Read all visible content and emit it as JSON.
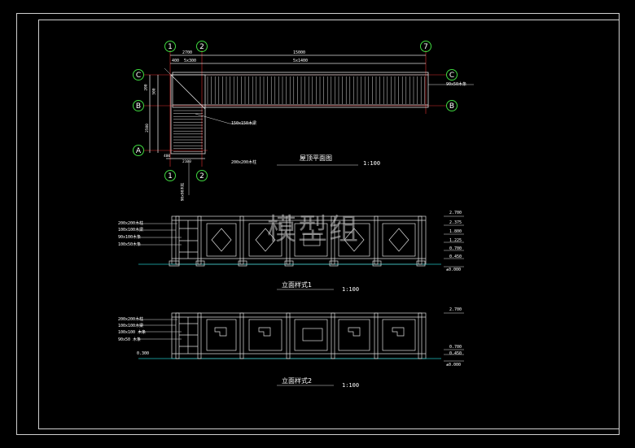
{
  "plan": {
    "title": "屋顶平面图",
    "scale": "1:100",
    "grid_top": [
      "1",
      "2",
      "7"
    ],
    "grid_bottom": [
      "1",
      "2"
    ],
    "grid_left": [
      "C",
      "B",
      "A"
    ],
    "grid_right": [
      "C",
      "B"
    ],
    "dim_total": "15000",
    "dim_seg1": "400",
    "dim_seg2": "2700",
    "dim_seg3": "5x300",
    "dim_seg4": "5x1400",
    "dim_left1": "200",
    "dim_left2": "500",
    "dim_left3": "2500",
    "dim_bottom1": "400",
    "dim_bottom2": "2100",
    "note_beam": "150x150木梁",
    "note_post": "200x200木柱",
    "note_rafter": "90x50木条",
    "note_vertical": "90x90木柱"
  },
  "elev1": {
    "title": "立面样式1",
    "scale": "1:100",
    "notes": [
      "200x200木柱",
      "100x100木梁",
      "90x100木条",
      "100x50木条"
    ],
    "levels": [
      "2.700",
      "2.375",
      "1.800",
      "1.225",
      "0.700",
      "0.450",
      "±0.000"
    ]
  },
  "elev2": {
    "title": "立面样式2",
    "scale": "1:100",
    "notes": [
      "200x200木柱",
      "100x100木梁",
      "100x100  木条",
      "90x50  木条"
    ],
    "left_level": "0.300",
    "levels": [
      "2.700",
      "0.700",
      "0.450",
      "±0.000"
    ]
  },
  "watermark": "模型组"
}
